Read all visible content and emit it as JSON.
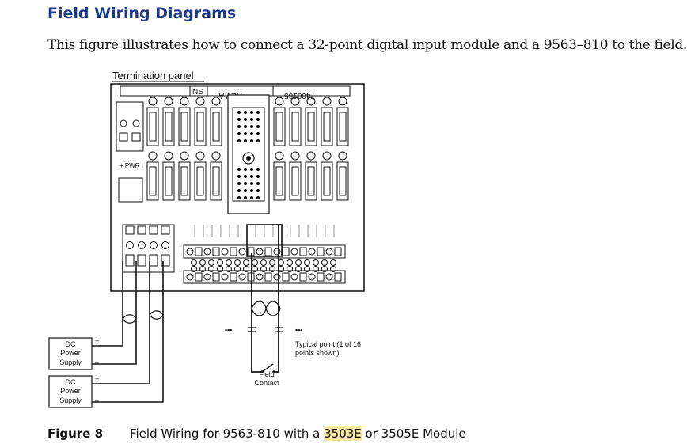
{
  "heading": "Field Wiring Diagrams",
  "intro": "This figure illustrates how to connect a 32-point digital input module and a 9563–810 to the field.",
  "diagram": {
    "panel_title": "Termination panel",
    "top_label_ns": "NS",
    "top_label_rev": "REV A",
    "top_label_part": "7400165-",
    "dc_supply_1": [
      "DC",
      "Power",
      "Supply"
    ],
    "dc_supply_2": [
      "DC",
      "Power",
      "Supply"
    ],
    "plus": "+",
    "minus": "–",
    "field_contact": [
      "Field",
      "Contact"
    ],
    "typical_point": [
      "Typical point (1 of 16",
      "points shown)."
    ],
    "dots": "•••"
  },
  "caption": {
    "label": "Figure 8",
    "text_before": "Field Wiring for 9563-810 with a ",
    "highlight": "3503E",
    "text_after": " or 3505E Module"
  }
}
